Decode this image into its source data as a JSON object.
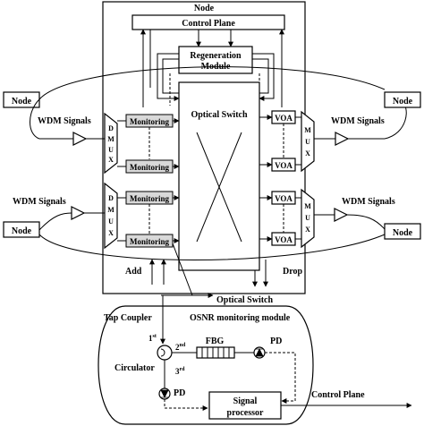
{
  "diagram": {
    "node_top": "Node",
    "control_plane_top": "Control Plane",
    "regeneration_module_line1": "Regeneration",
    "regeneration_module_line2": "Module",
    "optical_switch": "Optical Switch",
    "optical_switch_bottom": "Optical Switch",
    "node_left_top": "Node",
    "node_left_bottom": "Node",
    "node_right_top": "Node",
    "node_right_bottom": "Node",
    "wdm_left_top": "WDM Signals",
    "wdm_left_bottom": "WDM Signals",
    "wdm_right_top": "WDM Signals",
    "wdm_right_bottom": "WDM Signals",
    "dmux_letters": [
      "D",
      "M",
      "U",
      "X"
    ],
    "mux_letters": [
      "M",
      "U",
      "X"
    ],
    "monitoring_1": "Monitoring",
    "monitoring_2": "Monitoring",
    "monitoring_3": "Monitoring",
    "monitoring_4": "Monitoring",
    "voa_1": "VOA",
    "voa_2": "VOA",
    "voa_3": "VOA",
    "voa_4": "VOA",
    "add": "Add",
    "drop": "Drop",
    "tap_coupler": "Tap Coupler",
    "osnr_module": "OSNR monitoring module",
    "first_num": "1",
    "first_sup": "st",
    "second_num": "2",
    "second_sup": "nd",
    "third_num": "3",
    "third_sup": "rd",
    "fbg": "FBG",
    "pd_top": "PD",
    "pd_bottom": "PD",
    "circulator": "Circulator",
    "signal_processor_line1": "Signal",
    "signal_processor_line2": "processor",
    "control_plane_bottom": "Control Plane"
  }
}
